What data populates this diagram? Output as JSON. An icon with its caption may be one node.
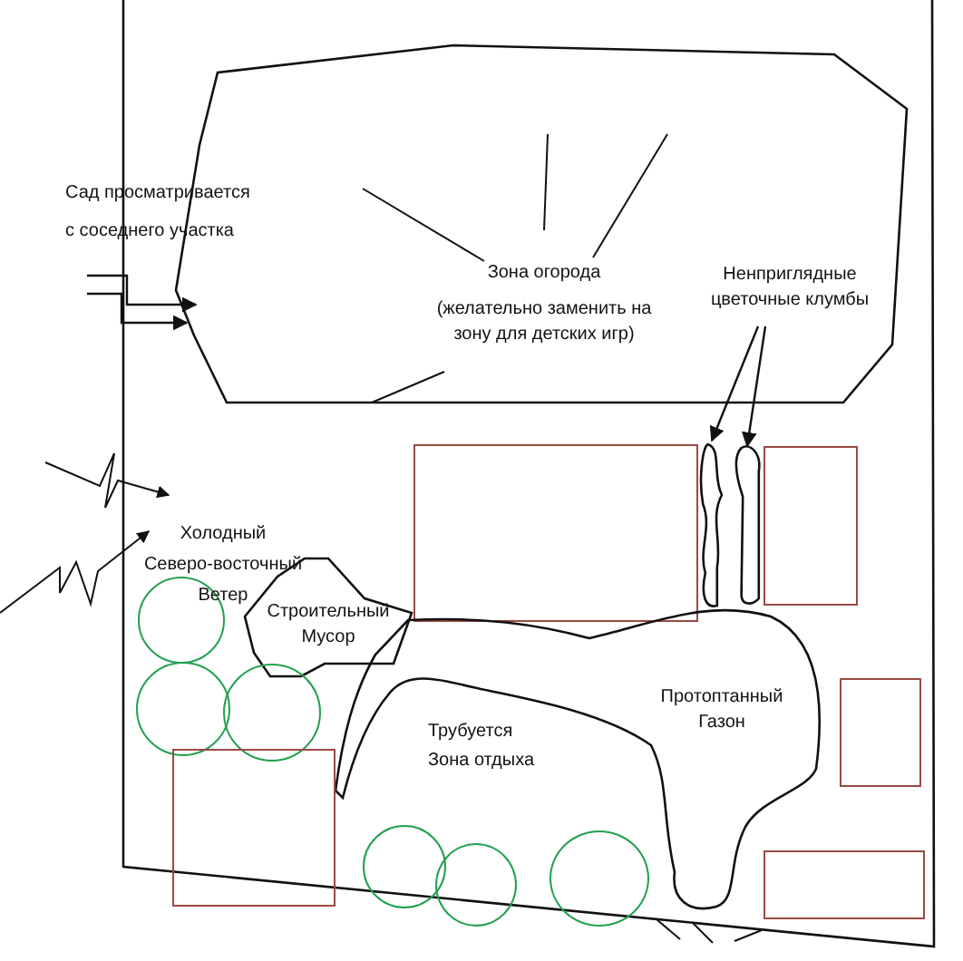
{
  "diagram": {
    "nodes": [
      {
        "text": [
          "Зона огорода",
          "(желательно заменить на зону для детских игр)"
        ]
      },
      {
        "text": [
          "Ненприглядные цветочные клумбы"
        ],
        "in": 0
      },
      {
        "text": [],
        "shape": "box"
      },
      {
        "text": [],
        "shape": "bar"
      },
      {
        "text": [],
        "shape": "bar"
      },
      {
        "text": [],
        "shape": "box"
      },
      {
        "text": [
          "Строительный Мусор"
        ]
      },
      {
        "text": [],
        "shape": "circle"
      },
      {
        "text": [
          "Протоптанный Газон"
        ]
      },
      {
        "text": [],
        "shape": "circle"
      },
      {
        "text": [],
        "shape": "circle"
      },
      {
        "text": [],
        "shape": "box"
      },
      {
        "text": [],
        "shape": "box"
      },
      {
        "text": [],
        "shape": "box"
      },
      {
        "text": [],
        "shape": "circle"
      },
      {
        "text": [],
        "shape": "circle"
      },
      {
        "text": [],
        "shape": "circle"
      }
    ],
    "edges": [
      {
        "from": null,
        "to": 0,
        "arrow": "to"
      },
      {
        "from": null,
        "to": 0,
        "arrow": "to"
      },
      {
        "from": 1,
        "to": 3,
        "arrow": "to"
      },
      {
        "from": 1,
        "to": 4,
        "arrow": "to"
      }
    ],
    "labels": [
      "Сад просматривается с соседнего участка",
      "Холодный Северо-восточный Ветер",
      "Трубуется Зона отдыха"
    ]
  }
}
